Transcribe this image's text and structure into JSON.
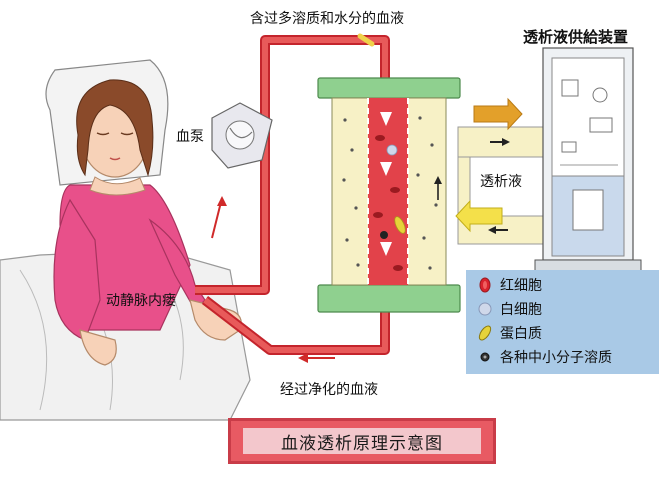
{
  "labels": {
    "blood_in": "含过多溶质和水分的血液",
    "supply_device": "透析液供給装置",
    "pump": "血泵",
    "dialysate": "透析液",
    "fistula": "动静脉内瘘",
    "blood_out": "经过净化的血液",
    "caption": "血液透析原理示意图"
  },
  "legend": [
    {
      "icon": "red-blood-cell-icon",
      "label": "红细胞",
      "color": "#d9232d"
    },
    {
      "icon": "white-blood-cell-icon",
      "label": "白细胞",
      "color": "#cfd8ea"
    },
    {
      "icon": "protein-icon",
      "label": "蛋白质",
      "color": "#e6d33a"
    },
    {
      "icon": "small-molecule-icon",
      "label": "各种中小分子溶质",
      "color": "#333333"
    }
  ],
  "colors": {
    "blood_tube": "#d8343c",
    "dialyzer_band": "#8fd08f",
    "dialyzer_body": "#f7f1c6",
    "legend_bg": "#a9c9e6",
    "caption_bg": "#e85a63"
  }
}
